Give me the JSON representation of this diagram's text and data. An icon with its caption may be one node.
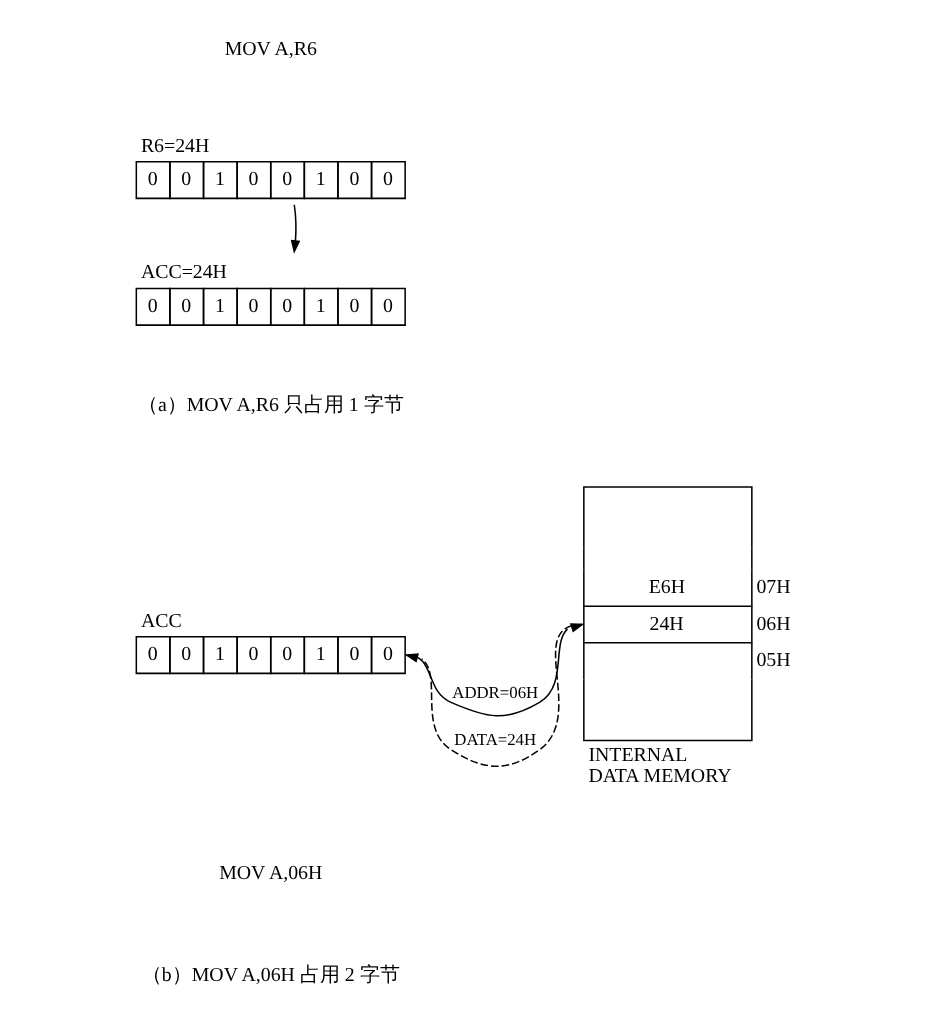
{
  "diagram": {
    "nodes": [
      {
        "text": [
          "R6=24H",
          "0",
          "0",
          "1",
          "0",
          "0",
          "1",
          "0",
          "0"
        ]
      },
      {
        "text": [
          "ACC=24H",
          "0",
          "0",
          "1",
          "0",
          "0",
          "1",
          "0",
          "0"
        ]
      },
      {
        "text": [
          "ACC",
          "0",
          "0",
          "1",
          "0",
          "0",
          "1",
          "0",
          "0"
        ]
      },
      {
        "text": [
          "E6H",
          "07H",
          "24H",
          "06H",
          "05H",
          "INTERNAL DATA MEMORY"
        ]
      }
    ],
    "edges": [
      {
        "from": 0,
        "to": 1,
        "arrow": "to"
      },
      {
        "from": 2,
        "to": 3,
        "arrow": "to",
        "label": "ADDR=06H"
      },
      {
        "from": 3,
        "to": 2,
        "arrow": "to",
        "label": "DATA=24H",
        "style": "dashed"
      }
    ],
    "labels": [
      "MOV A,R6",
      "（a）MOV A,R6 只占用 1 字节",
      "MOV A,06H",
      "（b）MOV A,06H 占用 2 字节"
    ]
  }
}
